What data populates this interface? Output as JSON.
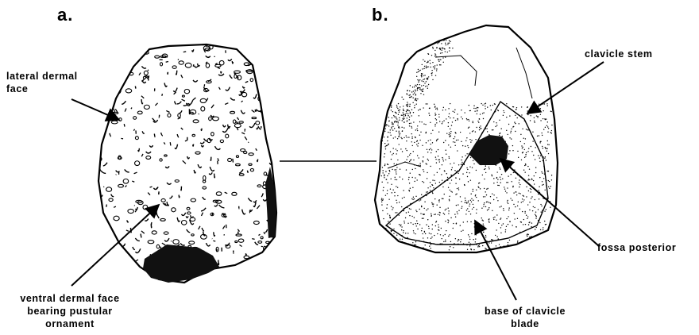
{
  "panels": {
    "a": {
      "label": "a.",
      "callouts": {
        "lateral_dermal_face": [
          "lateral dermal",
          "face"
        ],
        "ventral_dermal_face": [
          "ventral dermal face",
          "bearing pustular",
          "ornament"
        ]
      }
    },
    "b": {
      "label": "b.",
      "callouts": {
        "clavicle_stem": [
          "clavicle stem"
        ],
        "fossa_posterior": [
          "fossa posterior"
        ],
        "base_of_clavicle_blade": [
          "base of clavicle",
          "blade"
        ]
      }
    }
  },
  "colors": {
    "ink": "#000000",
    "background": "#ffffff"
  }
}
